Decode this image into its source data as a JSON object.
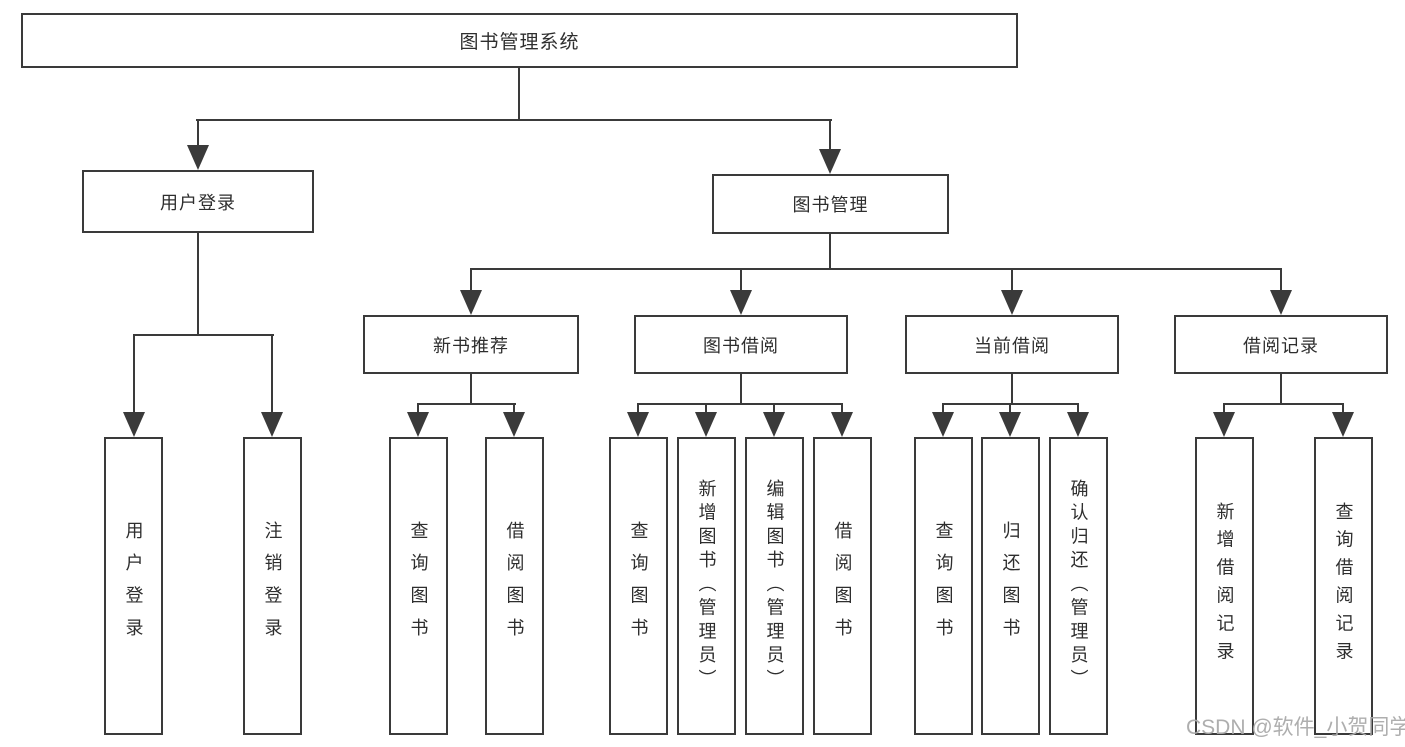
{
  "root": {
    "label": "图书管理系统"
  },
  "level2": [
    {
      "label": "用户登录"
    },
    {
      "label": "图书管理"
    }
  ],
  "level3": [
    {
      "label": "新书推荐",
      "parent": "图书管理"
    },
    {
      "label": "图书借阅",
      "parent": "图书管理"
    },
    {
      "label": "当前借阅",
      "parent": "图书管理"
    },
    {
      "label": "借阅记录",
      "parent": "图书管理"
    }
  ],
  "leaves": [
    {
      "label": "用户登录",
      "parent": "用户登录"
    },
    {
      "label": "注销登录",
      "parent": "用户登录"
    },
    {
      "label": "查询图书",
      "parent": "新书推荐"
    },
    {
      "label": "借阅图书",
      "parent": "新书推荐"
    },
    {
      "label": "查询图书",
      "parent": "图书借阅"
    },
    {
      "label": "新增图书（管理员）",
      "parent": "图书借阅"
    },
    {
      "label": "编辑图书（管理员）",
      "parent": "图书借阅"
    },
    {
      "label": "借阅图书",
      "parent": "图书借阅"
    },
    {
      "label": "查询图书",
      "parent": "当前借阅"
    },
    {
      "label": "归还图书",
      "parent": "当前借阅"
    },
    {
      "label": "确认归还（管理员）",
      "parent": "当前借阅"
    },
    {
      "label": "新增借阅记录",
      "parent": "借阅记录"
    },
    {
      "label": "查询借阅记录",
      "parent": "借阅记录"
    }
  ],
  "watermark": "CSDN @软件_小贺同学",
  "colors": {
    "line": "#3a3a3a",
    "box_border": "#3a3a3a",
    "box_fill": "#ffffff",
    "text": "#2e2e2e",
    "watermark": "#aaaaaa"
  }
}
